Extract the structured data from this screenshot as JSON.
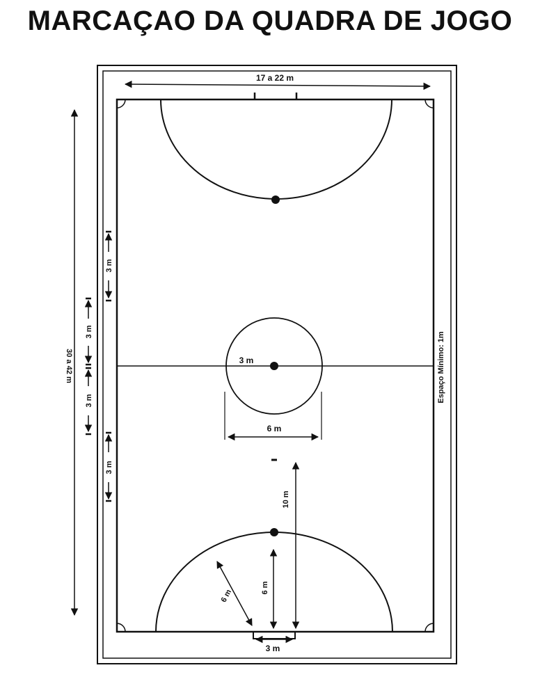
{
  "title": "MARCAÇAO DA QUADRA DE JOGO",
  "dimensions": {
    "width": "17 a 22 m",
    "length": "30 a 42 m",
    "center_radius": "3 m",
    "center_diameter": "6 m",
    "penalty_distance": "10 m",
    "area_radius_diagonal": "6 m",
    "area_radius_vertical": "6 m",
    "area_base": "3 m",
    "sub_zone_1": "3 m",
    "sub_zone_2": "3 m",
    "sub_zone_3": "3 m",
    "sub_zone_4": "3 m",
    "safety_space": "Espaço Mínimo: 1m"
  }
}
